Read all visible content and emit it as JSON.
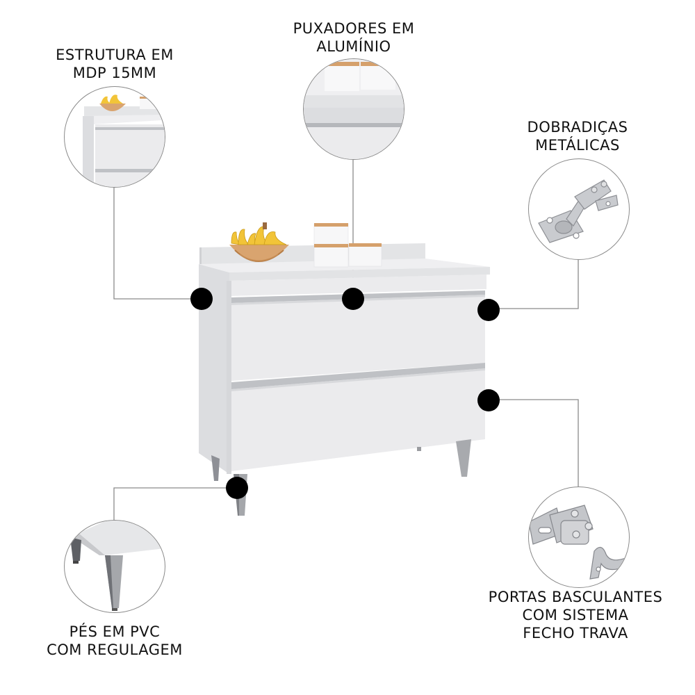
{
  "features": [
    {
      "id": "estrutura",
      "lines": [
        "ESTRUTURA EM",
        "MDP 15MM"
      ],
      "detail_image": "cabinet-corner-closeup"
    },
    {
      "id": "puxadores",
      "lines": [
        "PUXADORES EM",
        "ALUMÍNIO"
      ],
      "detail_image": "aluminum-handle-closeup"
    },
    {
      "id": "dobradicas",
      "lines": [
        "DOBRADIÇAS",
        "METÁLICAS"
      ],
      "detail_image": "metal-hinge"
    },
    {
      "id": "portas",
      "lines": [
        "PORTAS BASCULANTES",
        "COM SISTEMA",
        "FECHO TRAVA"
      ],
      "detail_image": "roller-catch-latch"
    },
    {
      "id": "pes",
      "lines": [
        "PÉS EM PVC",
        "COM REGULAGEM"
      ],
      "detail_image": "pvc-leg-closeup"
    }
  ],
  "product": {
    "name": "white-kitchen-cabinet-2-drawers",
    "drawers": 2,
    "accessories": [
      "banana-bowl",
      "ceramic-jars"
    ]
  },
  "colors": {
    "cabinet_white": "#e9e9eb",
    "cabinet_shadow": "#d2d3d6",
    "handle_gray": "#b9bbbf",
    "marker_black": "#000000",
    "connector_gray": "#8a8a8a",
    "wood": "#d9a46f",
    "banana": "#f2c438"
  }
}
